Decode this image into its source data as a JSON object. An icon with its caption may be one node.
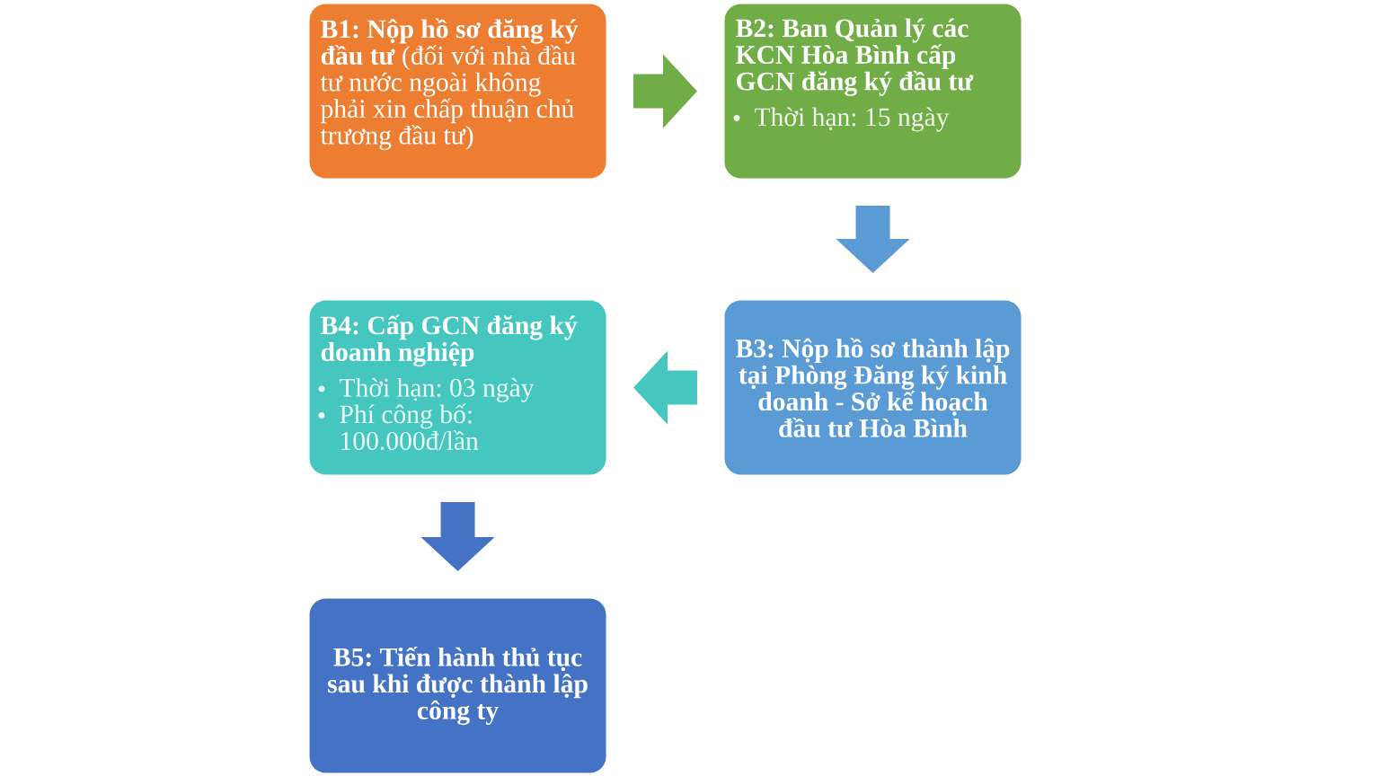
{
  "diagram": {
    "nodes": [
      {
        "text": [
          "**B1: Nộp hồ sơ đăng ký đầu tư** (đối với nhà đầu tư nước ngoài không phải xin chấp thuận chủ trương đầu tư)"
        ]
      },
      {
        "text": [
          "B2: Ban Quản lý các KCN Hòa Bình cấp GCN đăng ký đầu tư",
          "Thời hạn: 15 ngày"
        ]
      },
      {
        "text": [
          "B3: Nộp hồ sơ thành lập tại Phòng Đăng ký kinh doanh - Sở kế hoạch đầu tư Hòa Bình"
        ]
      },
      {
        "text": [
          "B4: Cấp GCN đăng ký doanh nghiệp",
          "Thời hạn: 03 ngày",
          "Phí công bố: 100.000đ/lần"
        ]
      },
      {
        "text": [
          "B5: Tiến hành thủ tục sau khi được thành lập công ty"
        ]
      }
    ],
    "edges": [
      {
        "from": 0,
        "to": 1,
        "arrow": "to",
        "color": "#70ad47"
      },
      {
        "from": 1,
        "to": 2,
        "arrow": "to",
        "color": "#5b9bd5"
      },
      {
        "from": 2,
        "to": 3,
        "arrow": "to",
        "color": "#45c6be"
      },
      {
        "from": 3,
        "to": 4,
        "arrow": "to",
        "color": "#4472c4"
      }
    ]
  }
}
